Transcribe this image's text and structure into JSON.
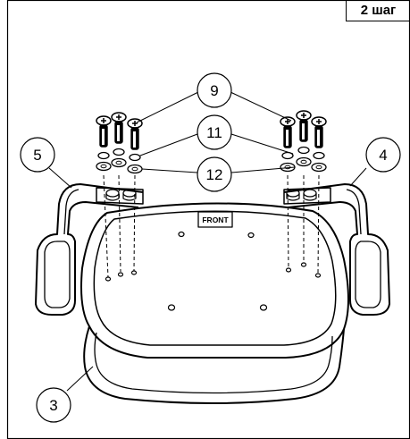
{
  "step": {
    "label": "2 шаг"
  },
  "parts": {
    "seat": "3",
    "right_armrest": "4",
    "left_armrest": "5",
    "bolt": "9",
    "spring_washer": "11",
    "flat_washer": "12"
  },
  "seat_marking": "FRONT",
  "colors": {
    "line": "#000000",
    "background": "#ffffff"
  }
}
